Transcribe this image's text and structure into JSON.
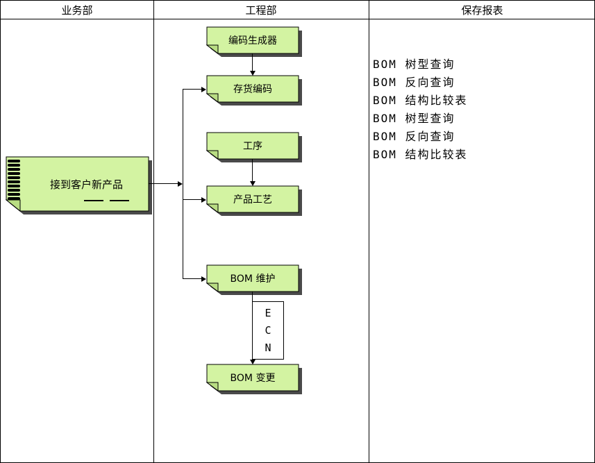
{
  "header": {
    "columns": [
      "业务部",
      "工程部",
      "保存报表"
    ]
  },
  "flow": {
    "start": "接到客户新产品",
    "nodes": [
      "编码生成器",
      "存货编码",
      "工序",
      "产品工艺",
      "BOM 维护",
      "BOM 变更"
    ],
    "ecn": [
      "E",
      "C",
      "N"
    ]
  },
  "reports": [
    "BOM 树型查询",
    "BOM 反向查询",
    "BOM 结构比较表",
    "BOM 树型查询",
    "BOM 反向查询",
    "BOM 结构比较表"
  ],
  "colors": {
    "note_fill": "#d3f3a2",
    "flap_fill": "#b9dd83",
    "shadow_color": "#4a4a4a",
    "line_color": "#000000"
  }
}
